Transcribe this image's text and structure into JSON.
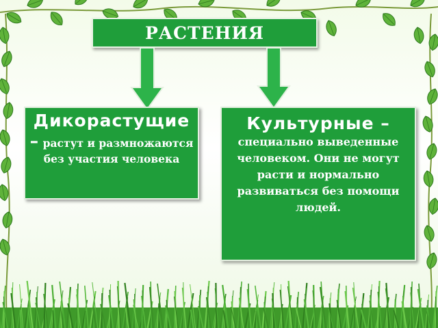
{
  "title": "РАСТЕНИЯ",
  "left": {
    "term": "Дикорастущие –",
    "description": "растут и размножаются без участия человека"
  },
  "right": {
    "term": "Культурные –",
    "description": "специально выведенные человеком. Они не могут расти и нормально развиваться без помощи людей."
  },
  "colors": {
    "box_fill": "#1f9e3a",
    "arrow_fill": "#2db34a",
    "text": "#ffffff"
  },
  "icons": [
    "leaf-vine-border-icon",
    "grass-icon",
    "arrow-down-icon"
  ]
}
